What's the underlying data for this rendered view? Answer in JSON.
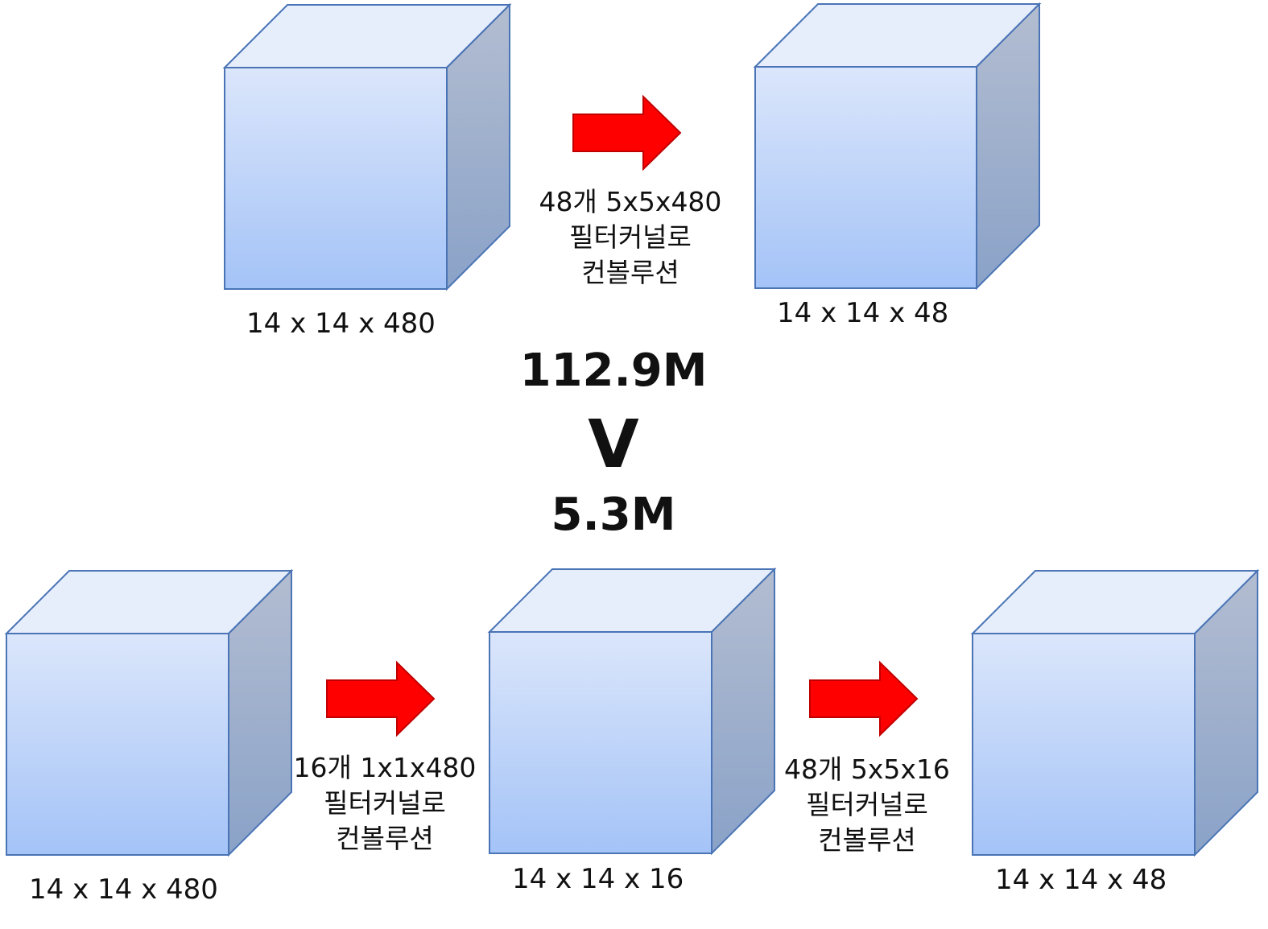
{
  "top_row": {
    "input_label": "14 x 14 x 480",
    "conv_caption_line1": "48개 5x5x480",
    "conv_caption_line2": "필터커널로",
    "conv_caption_line3": "컨볼루션",
    "output_label": "14 x 14 x 48"
  },
  "comparison": {
    "top_cost": "112.9M",
    "symbol": "V",
    "bottom_cost": "5.3M"
  },
  "bottom_row": {
    "input_label": "14 x 14 x 480",
    "conv1_caption_line1": "16개 1x1x480",
    "conv1_caption_line2": "필터커널로",
    "conv1_caption_line3": "컨볼루션",
    "middle_label": "14 x 14 x 16",
    "conv2_caption_line1": "48개 5x5x16",
    "conv2_caption_line2": "필터커널로",
    "conv2_caption_line3": "컨볼루션",
    "output_label": "14 x 14 x 48"
  },
  "colors": {
    "cube_front_top": "#dbe6fb",
    "cube_front_bottom": "#a4c3f7",
    "cube_top_face": "#e6edfb",
    "cube_side_top": "#b3bdd1",
    "cube_side_bottom": "#8aa2c8",
    "cube_edge": "#4a74b5",
    "arrow_fill": "#ff0000",
    "arrow_edge": "#c00000"
  }
}
